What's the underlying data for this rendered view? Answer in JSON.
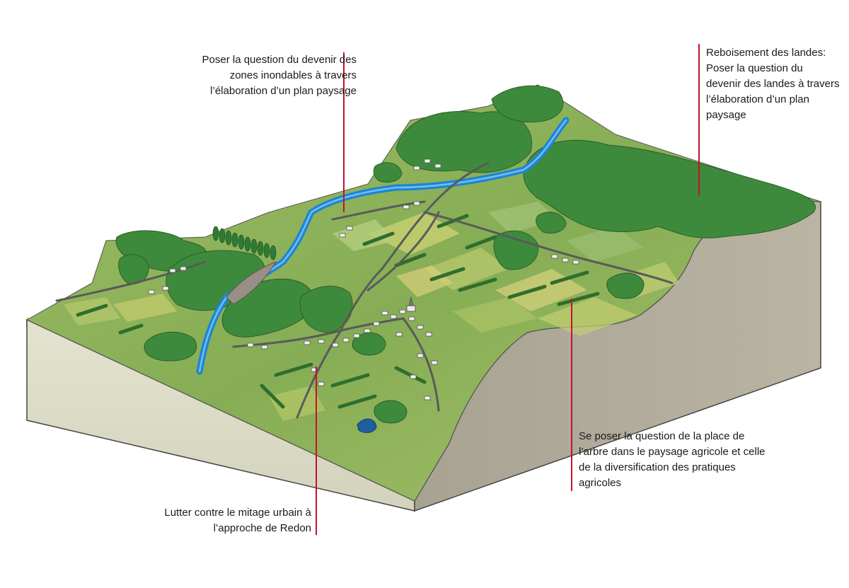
{
  "annotations": [
    {
      "id": "floodplain",
      "text": "Poser la question du devenir des\nzones inondables à travers\nl’élaboration d’un plan paysage"
    },
    {
      "id": "reforestation",
      "text": "Reboisement des landes:\nPoser la question du\ndevenir des landes à travers\nl’élaboration d’un plan\npaysage"
    },
    {
      "id": "trees-agriculture",
      "text": "Se poser la question de la place de\nl’arbre dans le paysage agricole et celle\nde la diversification des pratiques\nagricoles"
    },
    {
      "id": "urban-sprawl",
      "text": "Lutter contre le mitage urbain à\nl’approche de Redon"
    }
  ],
  "colors": {
    "leader_line": "#c8102e",
    "block_side": "#dcdcc6",
    "slope_face": "#b3ad9c",
    "meadow": "#8fb25a",
    "forest": "#3f8f3f",
    "river": "#2a8ad6",
    "road": "#5a5a5a"
  }
}
